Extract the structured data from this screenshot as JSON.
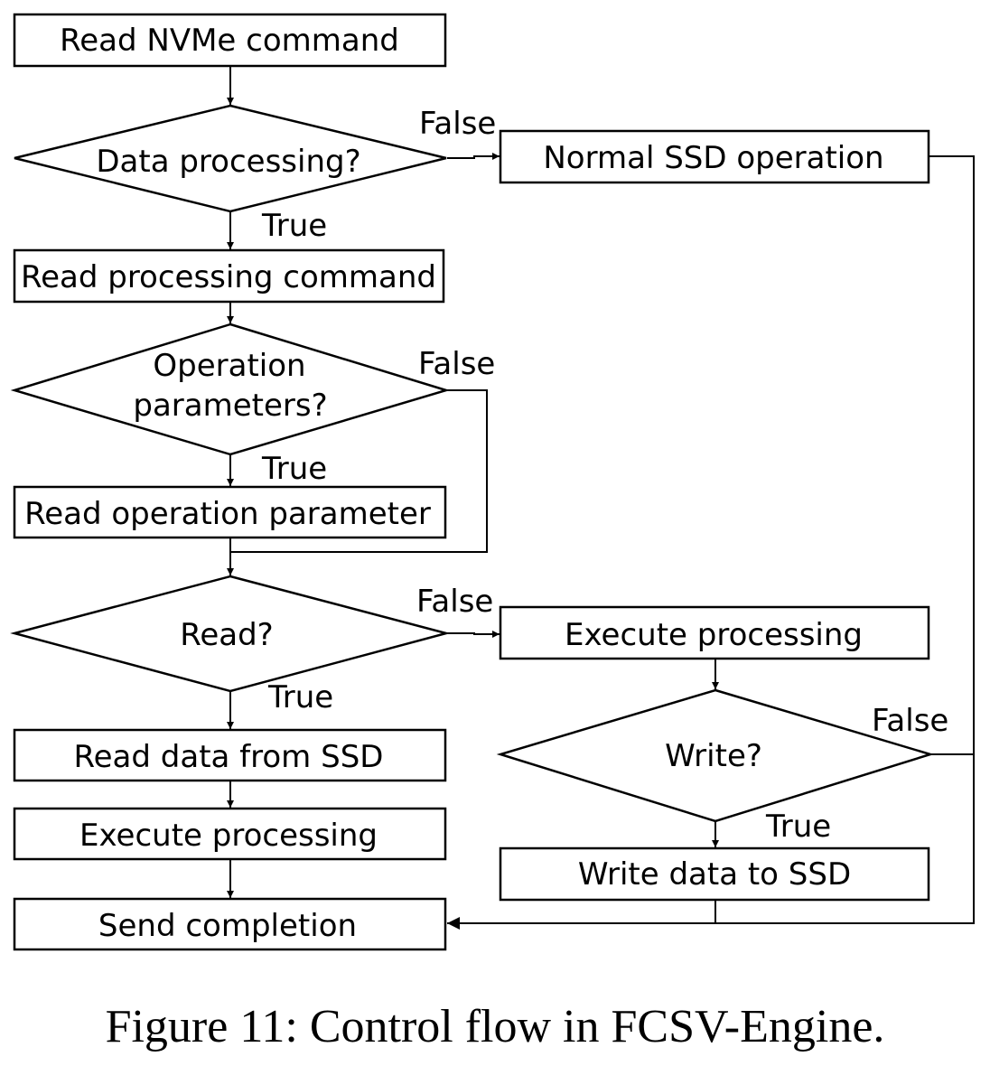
{
  "nodes": {
    "read_nvme": "Read NVMe command",
    "data_processing": "Data processing?",
    "normal_ssd": "Normal SSD operation",
    "read_processing_cmd": "Read processing command",
    "operation_params_line1": "Operation",
    "operation_params_line2": "parameters?",
    "read_operation_param": "Read operation parameter",
    "read_q": "Read?",
    "execute_processing_right": "Execute processing",
    "write_q": "Write?",
    "read_data_ssd": "Read data from SSD",
    "execute_processing_left": "Execute processing",
    "write_data_ssd": "Write data to SSD",
    "send_completion": "Send completion"
  },
  "edges": {
    "data_processing_false": "False",
    "data_processing_true": "True",
    "operation_params_false": "False",
    "operation_params_true": "True",
    "read_false": "False",
    "read_true": "True",
    "write_false": "False",
    "write_true": "True"
  },
  "caption": "Figure 11: Control flow in FCSV-Engine."
}
